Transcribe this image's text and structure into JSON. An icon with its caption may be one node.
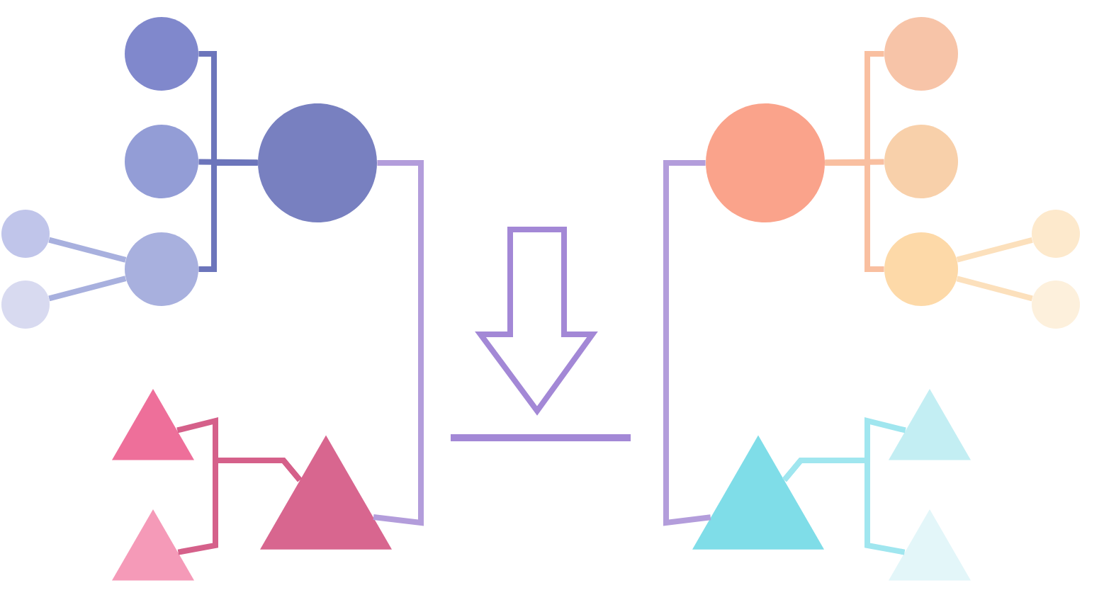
{
  "diagram": {
    "nodes": [
      {
        "text": [],
        "shape": "circle"
      },
      {
        "text": [],
        "shape": "circle"
      },
      {
        "text": [],
        "shape": "triangle"
      },
      {
        "text": [],
        "shape": "triangle"
      },
      {
        "text": [],
        "shape": "circle"
      },
      {
        "text": [],
        "shape": "circle"
      },
      {
        "text": [],
        "shape": "circle"
      },
      {
        "text": [],
        "shape": "circle"
      },
      {
        "text": [],
        "shape": "triangle"
      },
      {
        "text": [],
        "shape": "triangle"
      },
      {
        "text": [],
        "shape": "circle"
      },
      {
        "text": [],
        "shape": "circle"
      },
      {
        "text": [],
        "shape": "circle"
      },
      {
        "text": [],
        "shape": "circle"
      },
      {
        "text": [],
        "shape": "triangle"
      },
      {
        "text": [],
        "shape": "triangle"
      },
      {
        "text": [],
        "shape": "circle"
      },
      {
        "text": [],
        "shape": "circle"
      }
    ],
    "edges": [
      {
        "from": 4,
        "to": 7,
        "arrow": "none",
        "color": "#6c75bb"
      },
      {
        "from": 5,
        "to": 7,
        "arrow": "none",
        "color": "#6c75bb"
      },
      {
        "from": 6,
        "to": 7,
        "arrow": "none",
        "color": "#6c75bb"
      },
      {
        "from": 0,
        "to": 6,
        "arrow": "none",
        "color": "#a8b0de"
      },
      {
        "from": 1,
        "to": 6,
        "arrow": "none",
        "color": "#a8b0de"
      },
      {
        "from": 2,
        "to": 8,
        "arrow": "none",
        "color": "#d5608a"
      },
      {
        "from": 3,
        "to": 8,
        "arrow": "none",
        "color": "#d5608a"
      },
      {
        "from": 7,
        "to": 8,
        "arrow": "none",
        "color": "#b39ddb"
      },
      {
        "from": 10,
        "to": 9,
        "arrow": "none",
        "color": "#b39ddb"
      },
      {
        "from": 11,
        "to": 10,
        "arrow": "none",
        "color": "#f9bfa0"
      },
      {
        "from": 12,
        "to": 10,
        "arrow": "none",
        "color": "#f9bfa0"
      },
      {
        "from": 13,
        "to": 10,
        "arrow": "none",
        "color": "#f9bfa0"
      },
      {
        "from": 16,
        "to": 13,
        "arrow": "none",
        "color": "#fce0bc"
      },
      {
        "from": 17,
        "to": 13,
        "arrow": "none",
        "color": "#fce0bc"
      },
      {
        "from": 14,
        "to": 9,
        "arrow": "none",
        "color": "#a0e6ef"
      },
      {
        "from": 15,
        "to": 9,
        "arrow": "none",
        "color": "#a0e6ef"
      }
    ]
  }
}
